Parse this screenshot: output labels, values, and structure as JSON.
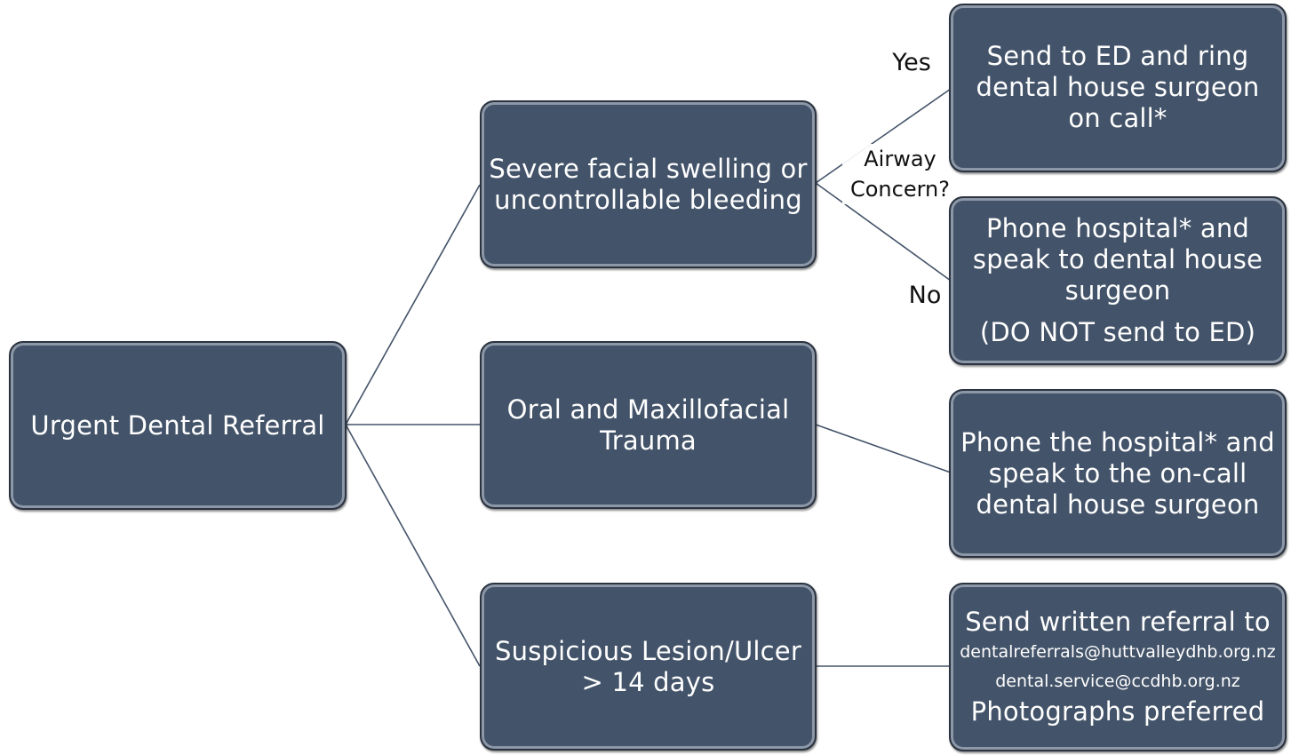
{
  "root": {
    "label": "Urgent Dental Referral"
  },
  "conditions": [
    {
      "lines": [
        "Severe facial swelling or",
        "uncontrollable bleeding"
      ]
    },
    {
      "lines": [
        "Oral and Maxillofacial",
        "Trauma"
      ]
    },
    {
      "lines": [
        "Suspicious Lesion/Ulcer",
        "> 14 days"
      ]
    }
  ],
  "decision": {
    "question_lines": [
      "Airway",
      "Concern?"
    ],
    "yes_label": "Yes",
    "no_label": "No"
  },
  "actions": {
    "airway_yes": {
      "lines": [
        "Send to ED and ring",
        "dental house surgeon",
        "on call*"
      ]
    },
    "airway_no": {
      "lines": [
        "Phone hospital* and",
        "speak to dental house",
        "surgeon"
      ],
      "note": "(DO NOT send to ED)"
    },
    "trauma": {
      "lines": [
        "Phone the hospital* and",
        "speak to the on-call",
        "dental house surgeon"
      ]
    },
    "lesion": {
      "heading": "Send written referral to",
      "emails": [
        "dentalreferrals@huttvalleydhb.org.nz",
        "dental.service@ccdhb.org.nz"
      ],
      "footer": "Photographs preferred"
    }
  },
  "colors": {
    "box_fill": "#435369",
    "box_border": "#2b3340",
    "line": "#435369"
  }
}
